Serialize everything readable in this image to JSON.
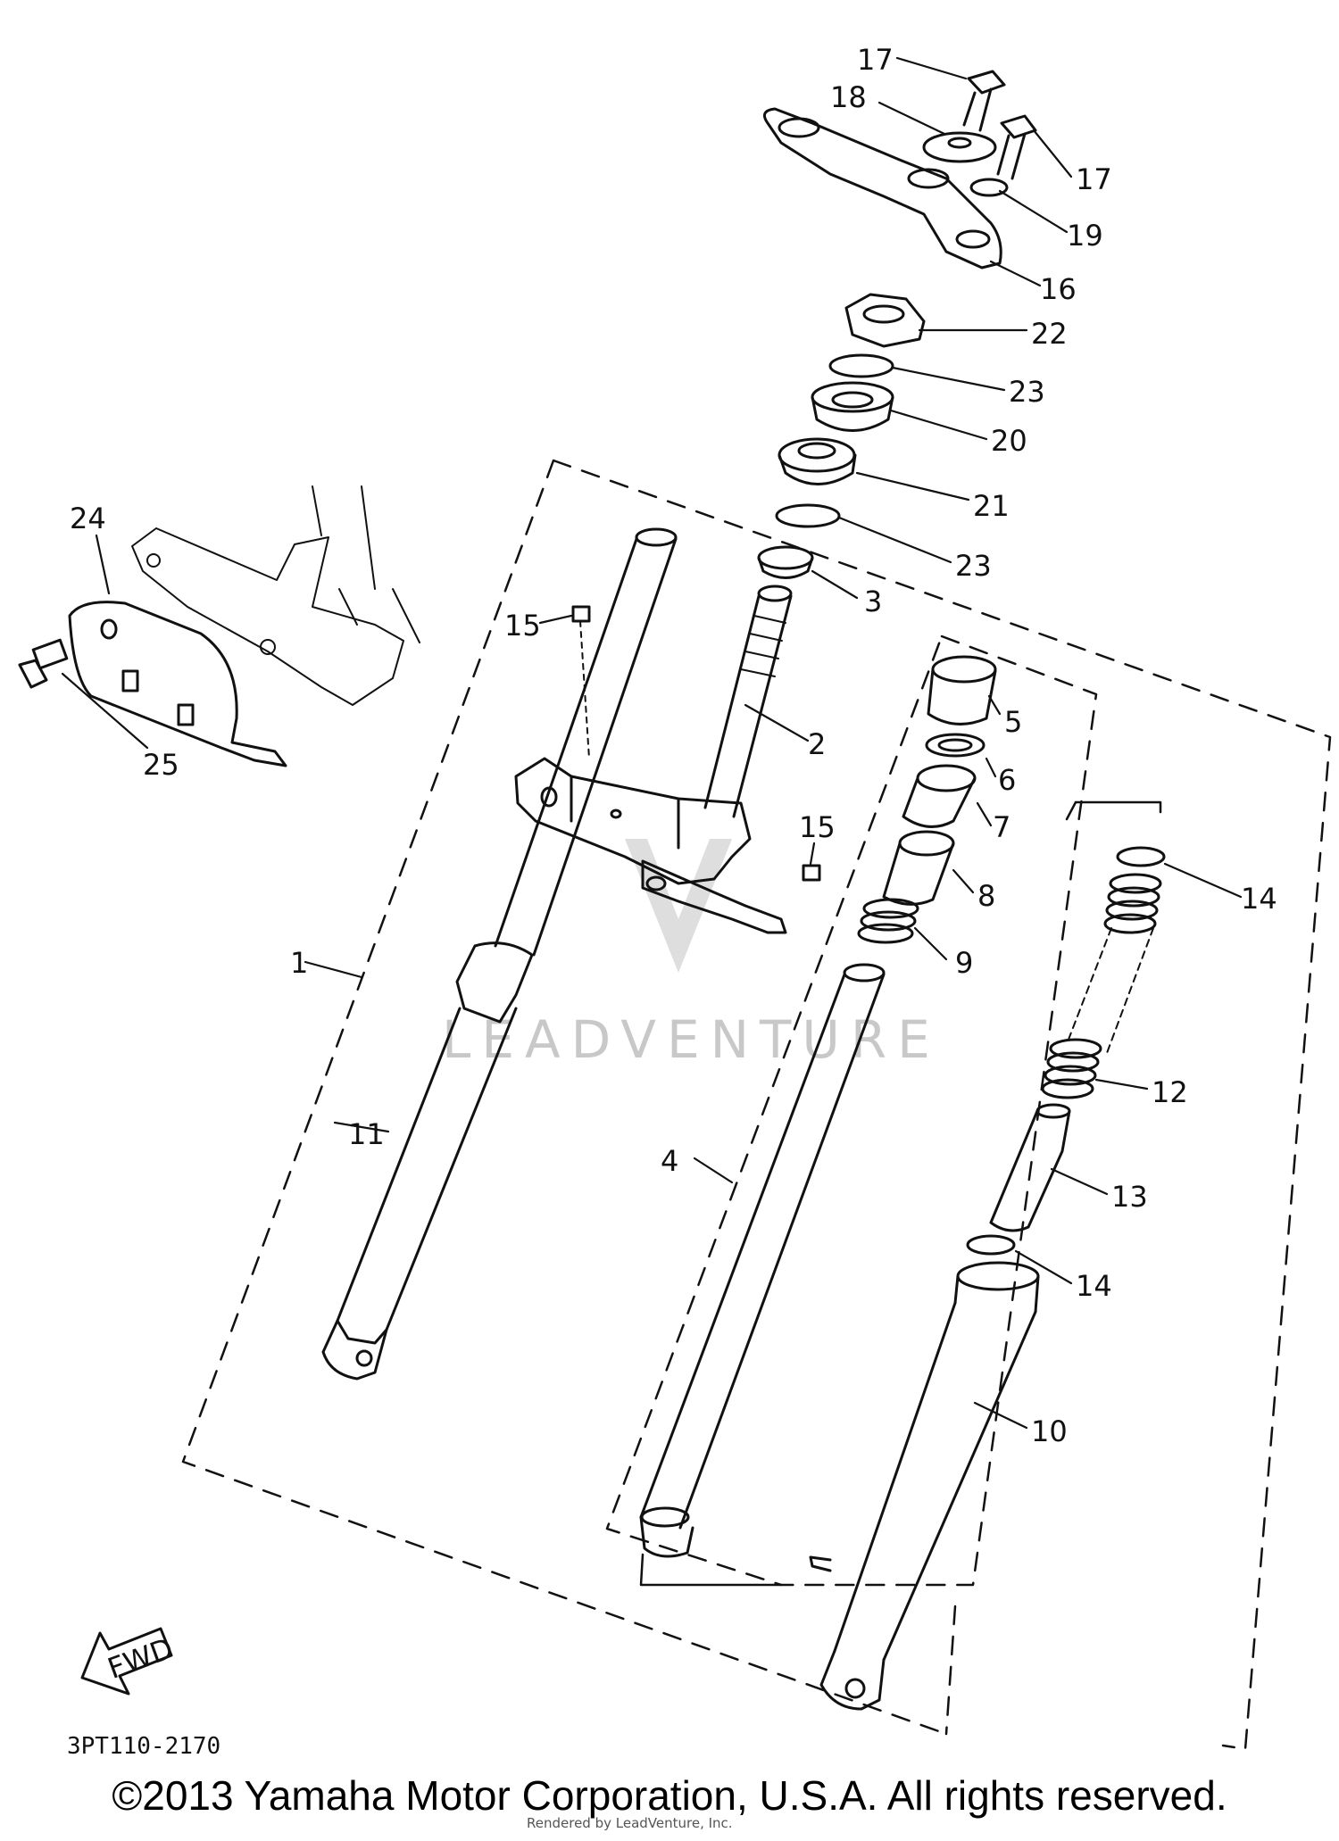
{
  "diagram_code": "3PT110-2170",
  "fwd_label": "FWD",
  "watermark": "LEADVENTURE",
  "copyright": "©2013 Yamaha Motor Corporation, U.S.A. All rights reserved.",
  "render_credit": "Rendered by LeadVenture, Inc.",
  "callouts": {
    "c1": "1",
    "c2": "2",
    "c3": "3",
    "c4": "4",
    "c5": "5",
    "c6": "6",
    "c7": "7",
    "c8": "8",
    "c9": "9",
    "c10": "10",
    "c11": "11",
    "c12": "12",
    "c13": "13",
    "c14a": "14",
    "c14b": "14",
    "c15a": "15",
    "c15b": "15",
    "c16": "16",
    "c17a": "17",
    "c17b": "17",
    "c18": "18",
    "c19": "19",
    "c20": "20",
    "c21": "21",
    "c22": "22",
    "c23a": "23",
    "c23b": "23",
    "c24": "24",
    "c25": "25"
  }
}
